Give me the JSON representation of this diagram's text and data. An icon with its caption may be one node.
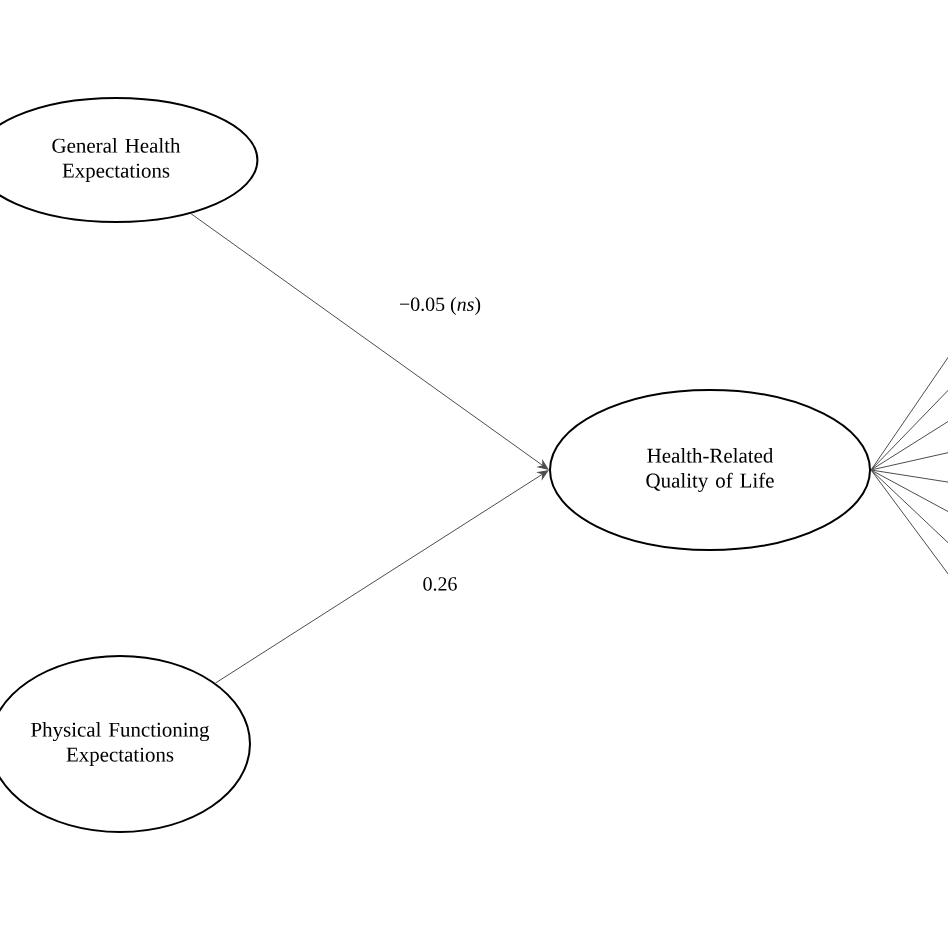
{
  "diagram": {
    "nodes": [
      {
        "text": [
          "General Health Expectations"
        ]
      },
      {
        "text": [
          "Physical Functioning Expectations"
        ]
      },
      {
        "text": [
          "Health-Related Quality of Life"
        ]
      }
    ],
    "edges": [
      {
        "from": 0,
        "to": 2,
        "arrow": "to",
        "label": "−0.05 (*ns*)"
      },
      {
        "from": 1,
        "to": 2,
        "arrow": "to",
        "label": "0.26"
      },
      {
        "from": 2,
        "to": null,
        "arrow": "none"
      },
      {
        "from": 2,
        "to": null,
        "arrow": "none"
      },
      {
        "from": 2,
        "to": null,
        "arrow": "none"
      },
      {
        "from": 2,
        "to": null,
        "arrow": "none"
      },
      {
        "from": 2,
        "to": null,
        "arrow": "none"
      },
      {
        "from": 2,
        "to": null,
        "arrow": "none"
      },
      {
        "from": 2,
        "to": null,
        "arrow": "none"
      },
      {
        "from": 2,
        "to": null,
        "arrow": "none"
      }
    ]
  }
}
